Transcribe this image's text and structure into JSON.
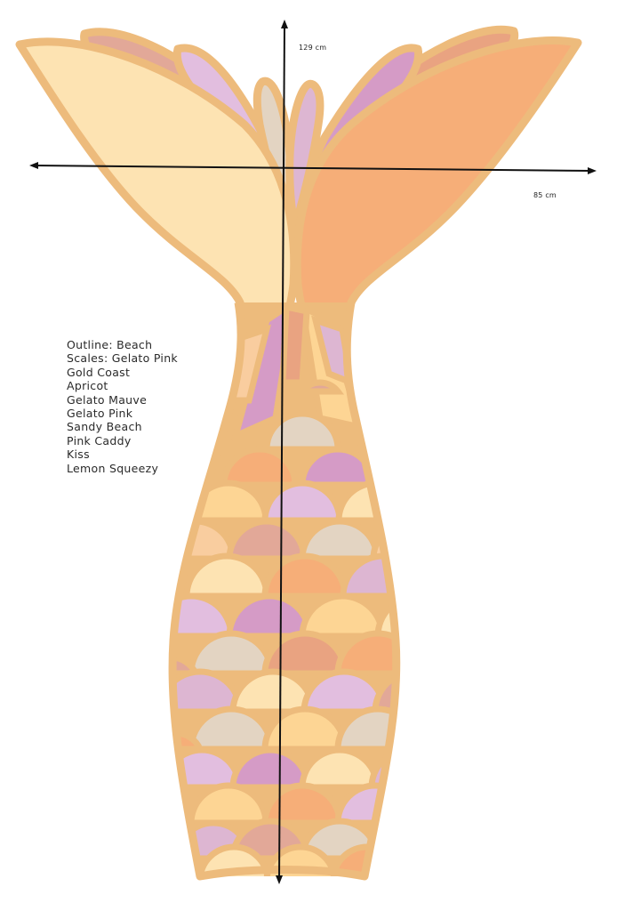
{
  "dimensions": {
    "height_label": "129 cm",
    "width_label": "85 cm"
  },
  "legend": {
    "items": [
      "Outline: Beach",
      "Scales: Gelato Pink",
      "Gold Coast",
      "Apricot",
      "Gelato Mauve",
      "Gelato Pink",
      "Sandy Beach",
      "Pink Caddy",
      "Kiss",
      "Lemon Squeezy"
    ]
  },
  "palette": {
    "outline": "#EDBB7C",
    "cream": "#FDE3B2",
    "yellow": "#FDD594",
    "apricot": "#F6AE78",
    "terracotta": "#E9A381",
    "dusty_rose": "#E2A898",
    "mauve": "#D59BC6",
    "lilac": "#E2BEDF",
    "pale_mauve": "#DDB6D2",
    "sand": "#E3D4C2",
    "peach": "#F9CD9F"
  }
}
